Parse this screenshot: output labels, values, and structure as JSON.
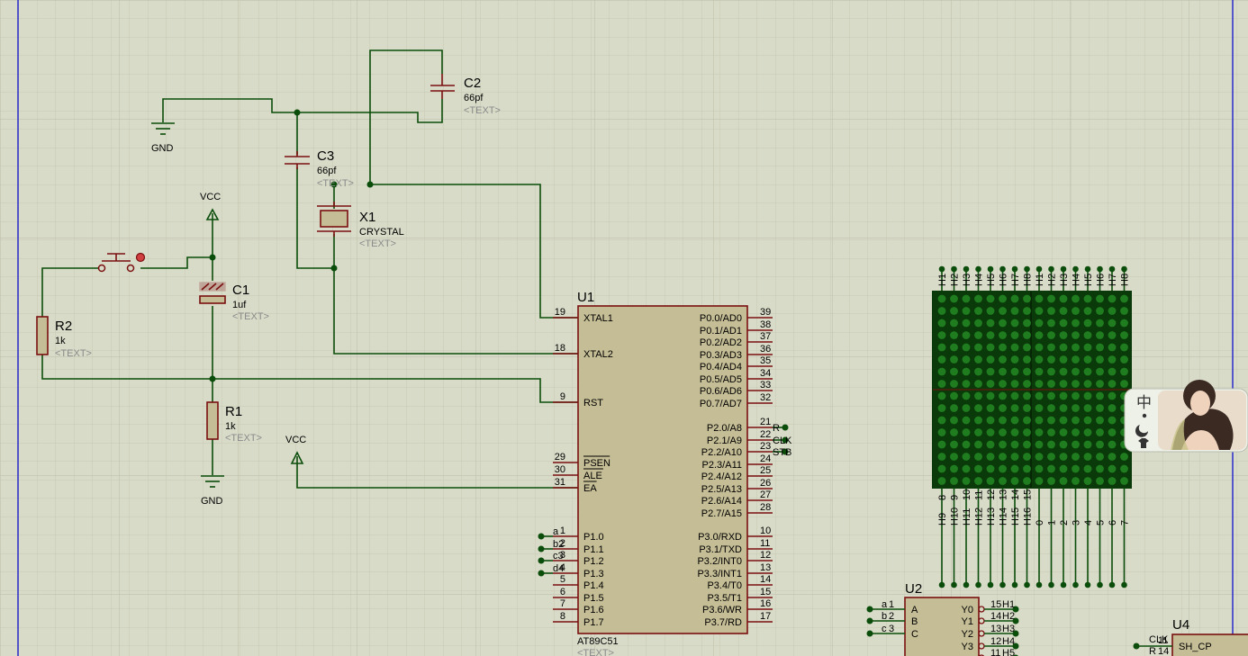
{
  "colors": {
    "background": "#d9dbc9",
    "grid": "#c4c6b3",
    "border": "#2a2acc",
    "wire": "#0b4d0b",
    "component": "#7a1010",
    "ic_fill": "#c4bd95",
    "matrix": "#0a3a0a",
    "led": "#1f7d1f"
  },
  "labels": {
    "gnd1": "GND",
    "gnd2": "GND",
    "vcc1": "VCC",
    "vcc2": "VCC",
    "c2_ref": "C2",
    "c2_val": "66pf",
    "c2_txt": "<TEXT>",
    "c3_ref": "C3",
    "c3_val": "66pf",
    "c3_txt": "<TEXT>",
    "x1_ref": "X1",
    "x1_val": "CRYSTAL",
    "x1_txt": "<TEXT>",
    "c1_ref": "C1",
    "c1_val": "1uf",
    "c1_txt": "<TEXT>",
    "r2_ref": "R2",
    "r2_val": "1k",
    "r2_txt": "<TEXT>",
    "r1_ref": "R1",
    "r1_val": "1k",
    "r1_txt": "<TEXT>",
    "u1_ref": "U1",
    "u1_val": "AT89C51",
    "u1_txt": "<TEXT>",
    "u2_ref": "U2",
    "u4_ref": "U4"
  },
  "u1_pins": {
    "left": [
      {
        "num": "19",
        "name": "XTAL1"
      },
      {
        "num": "18",
        "name": "XTAL2"
      },
      {
        "num": "9",
        "name": "RST"
      },
      {
        "num": "29",
        "name": "PSEN"
      },
      {
        "num": "30",
        "name": "ALE"
      },
      {
        "num": "31",
        "name": "EA"
      },
      {
        "num": "1",
        "name": "P1.0"
      },
      {
        "num": "2",
        "name": "P1.1"
      },
      {
        "num": "3",
        "name": "P1.2"
      },
      {
        "num": "4",
        "name": "P1.3"
      },
      {
        "num": "5",
        "name": "P1.4"
      },
      {
        "num": "6",
        "name": "P1.5"
      },
      {
        "num": "7",
        "name": "P1.6"
      },
      {
        "num": "8",
        "name": "P1.7"
      }
    ],
    "right": [
      {
        "num": "39",
        "name": "P0.0/AD0"
      },
      {
        "num": "38",
        "name": "P0.1/AD1"
      },
      {
        "num": "37",
        "name": "P0.2/AD2"
      },
      {
        "num": "36",
        "name": "P0.3/AD3"
      },
      {
        "num": "35",
        "name": "P0.4/AD4"
      },
      {
        "num": "34",
        "name": "P0.5/AD5"
      },
      {
        "num": "33",
        "name": "P0.6/AD6"
      },
      {
        "num": "32",
        "name": "P0.7/AD7"
      },
      {
        "num": "21",
        "name": "P2.0/A8"
      },
      {
        "num": "22",
        "name": "P2.1/A9"
      },
      {
        "num": "23",
        "name": "P2.2/A10"
      },
      {
        "num": "24",
        "name": "P2.3/A11"
      },
      {
        "num": "25",
        "name": "P2.4/A12"
      },
      {
        "num": "26",
        "name": "P2.5/A13"
      },
      {
        "num": "27",
        "name": "P2.6/A14"
      },
      {
        "num": "28",
        "name": "P2.7/A15"
      },
      {
        "num": "10",
        "name": "P3.0/RXD"
      },
      {
        "num": "11",
        "name": "P3.1/TXD"
      },
      {
        "num": "12",
        "name": "P3.2/INT0"
      },
      {
        "num": "13",
        "name": "P3.3/INT1"
      },
      {
        "num": "14",
        "name": "P3.4/T0"
      },
      {
        "num": "15",
        "name": "P3.5/T1"
      },
      {
        "num": "16",
        "name": "P3.6/WR"
      },
      {
        "num": "17",
        "name": "P3.7/RD"
      }
    ]
  },
  "net_labels": {
    "p1": [
      "a",
      "b2",
      "c3",
      "d4"
    ],
    "p2": [
      "R",
      "CLK",
      "STB"
    ]
  },
  "matrix": {
    "top_labels": [
      "H1",
      "H2",
      "H3",
      "H4",
      "H5",
      "H6",
      "H7",
      "H8",
      "H1",
      "H2",
      "H3",
      "H4",
      "H5",
      "H6",
      "H7",
      "H8"
    ],
    "bottom_labels": [
      "H9",
      "H10",
      "H11",
      "H12",
      "H13",
      "H14",
      "H15",
      "H16",
      "0",
      "1",
      "2",
      "3",
      "4",
      "5",
      "6",
      "7"
    ],
    "bottom_nums": [
      "8",
      "9",
      "10",
      "11",
      "12",
      "13",
      "14",
      "15"
    ],
    "rows": 16,
    "cols": 16
  },
  "u2": {
    "inputs": [
      {
        "net": "a",
        "pin": "1",
        "name": "A"
      },
      {
        "net": "b",
        "pin": "2",
        "name": "B"
      },
      {
        "net": "c",
        "pin": "3",
        "name": "C"
      }
    ],
    "outputs": [
      {
        "name": "Y0",
        "pin": "15",
        "net": "H1"
      },
      {
        "name": "Y1",
        "pin": "14",
        "net": "H2"
      },
      {
        "name": "Y2",
        "pin": "13",
        "net": "H3"
      },
      {
        "name": "Y3",
        "pin": "12",
        "net": "H4"
      },
      {
        "name": "",
        "pin": "11",
        "net": "H5"
      }
    ]
  },
  "u4": {
    "pin_name": "SH_CP",
    "pin_num": "11",
    "net": "CLK",
    "pin_num2": "14",
    "net2": "R"
  },
  "ime": {
    "glyph": "中"
  }
}
